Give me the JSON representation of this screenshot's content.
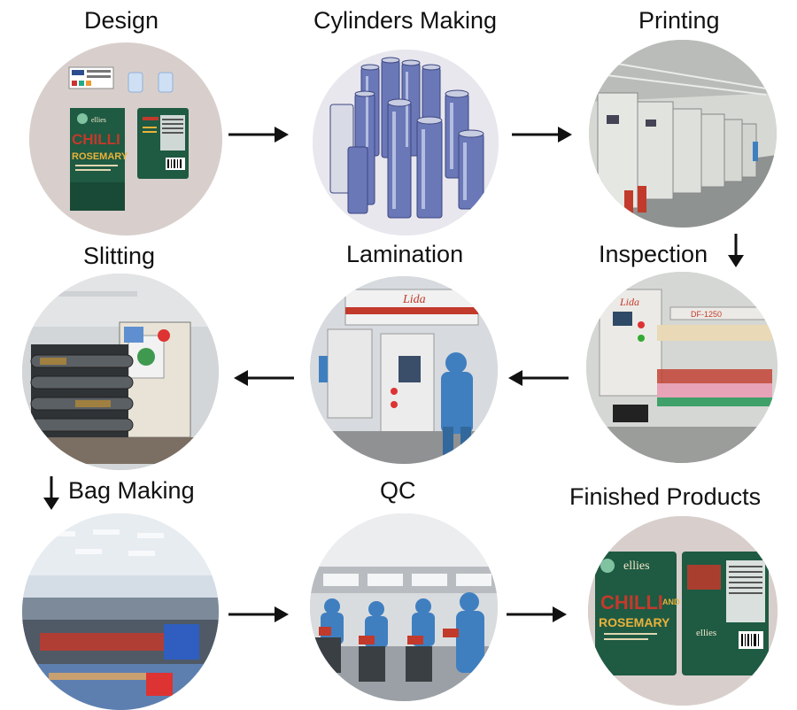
{
  "steps": [
    {
      "label": "Design"
    },
    {
      "label": "Cylinders Making"
    },
    {
      "label": "Printing"
    },
    {
      "label": "Inspection"
    },
    {
      "label": "Lamination"
    },
    {
      "label": "Slitting"
    },
    {
      "label": "Bag Making"
    },
    {
      "label": "QC"
    },
    {
      "label": "Finished Products"
    }
  ],
  "design_art": {
    "line1": "CHILLI",
    "line2": "ROSEMARY",
    "brand": "ellies"
  },
  "product_art": {
    "line1": "CHILLI",
    "line2": "ROSEMARY",
    "brand": "ellies",
    "side": "AND"
  },
  "machine_brand": "Lida",
  "machine_model": "DF-1250",
  "colors": {
    "circle_bg": "#d9d0cc",
    "pouch_green": "#1f5a43",
    "chilli_red": "#c23a2b",
    "rosemary_yellow": "#e9b23a",
    "cylinder_blue": "#6a78b8",
    "factory_grey": "#cfd2cf",
    "worker_blue": "#3f7fc0"
  }
}
